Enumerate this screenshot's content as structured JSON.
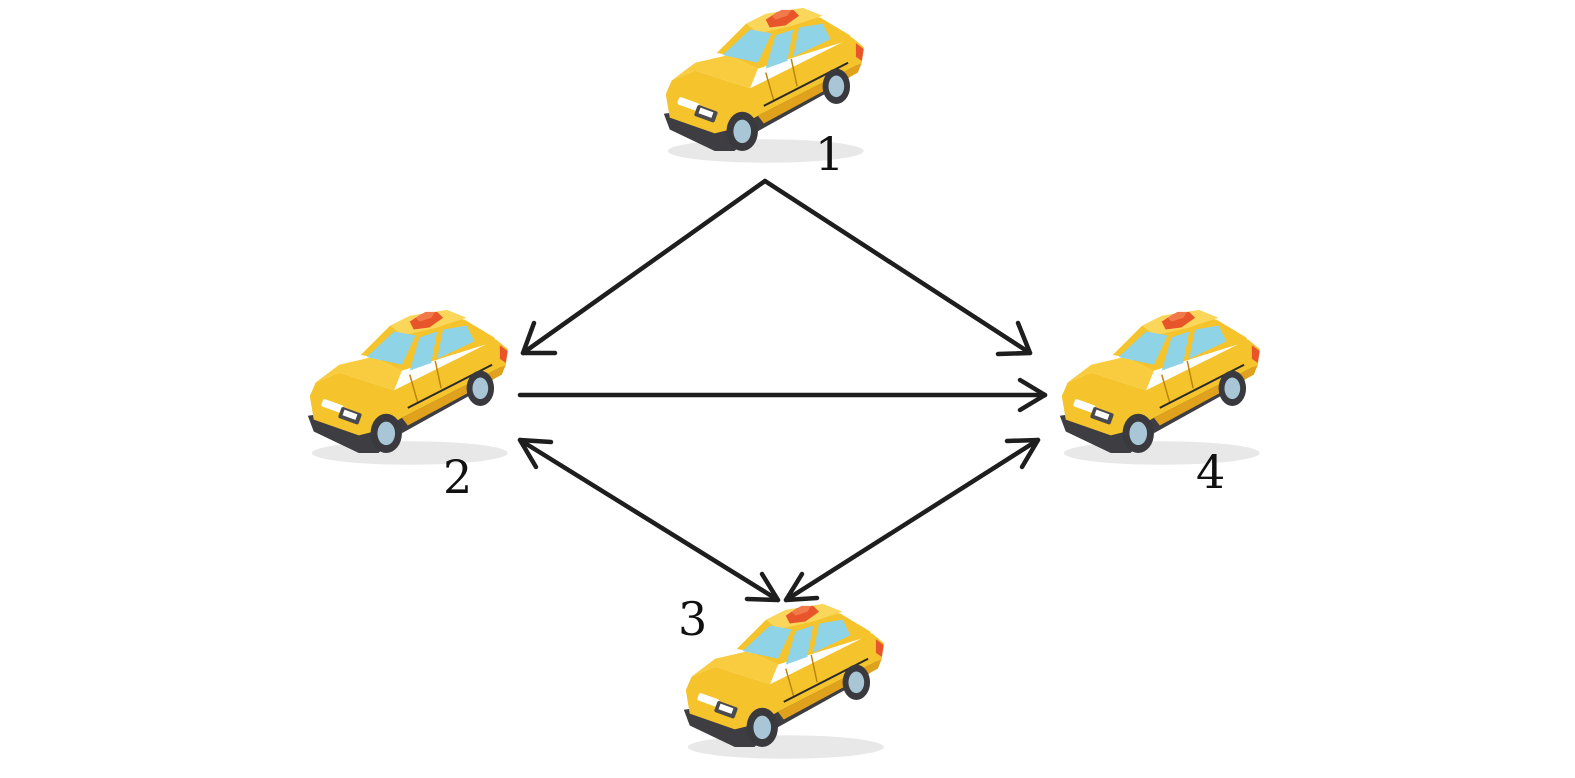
{
  "nodes": [
    {
      "id": "1",
      "label": "1",
      "icon": "taxi-icon"
    },
    {
      "id": "2",
      "label": "2",
      "icon": "taxi-icon"
    },
    {
      "id": "3",
      "label": "3",
      "icon": "taxi-icon"
    },
    {
      "id": "4",
      "label": "4",
      "icon": "taxi-icon"
    }
  ],
  "edges": [
    {
      "from": "1",
      "to": "2",
      "direction": "forward"
    },
    {
      "from": "1",
      "to": "4",
      "direction": "forward"
    },
    {
      "from": "2",
      "to": "4",
      "direction": "forward"
    },
    {
      "from": "2",
      "to": "3",
      "direction": "both"
    },
    {
      "from": "4",
      "to": "3",
      "direction": "both"
    }
  ],
  "colors": {
    "taxi_body": "#F5C32C",
    "taxi_shade": "#E0A21C",
    "window": "#8ED3E6",
    "roof_light": "#E8552A",
    "tire": "#3A3A3E",
    "edge": "#1E1E1E"
  }
}
